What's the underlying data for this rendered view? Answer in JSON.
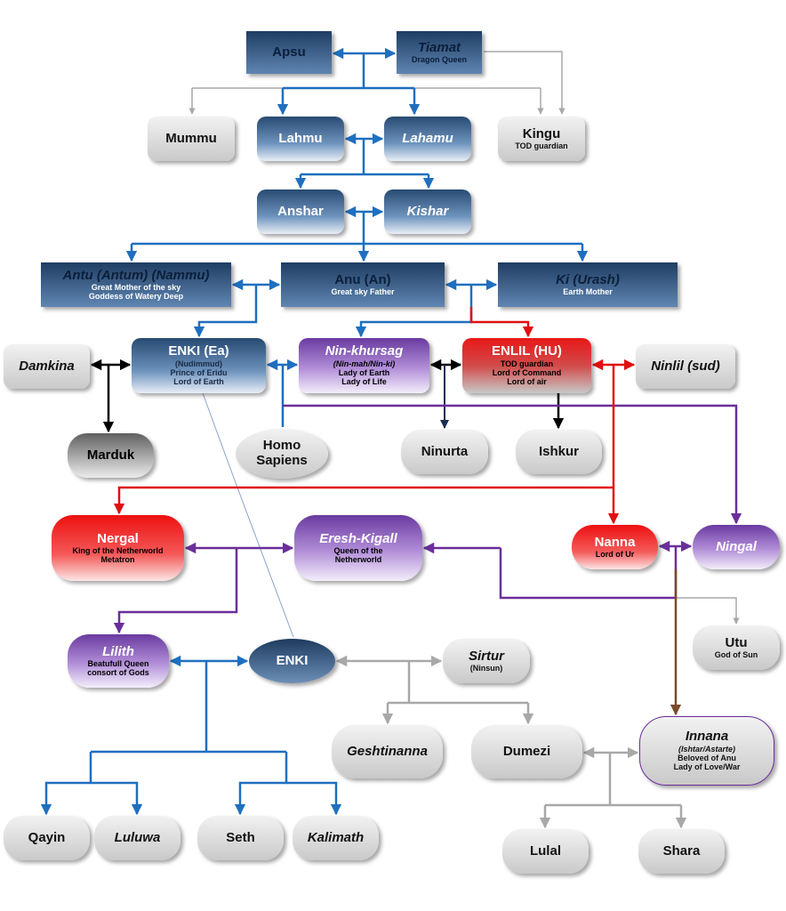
{
  "nodes": {
    "apsu": {
      "name": "Apsu"
    },
    "tiamat": {
      "name": "Tiamat",
      "sub": "Dragon Queen"
    },
    "mummu": {
      "name": "Mummu"
    },
    "lahmu": {
      "name": "Lahmu"
    },
    "lahamu": {
      "name": "Lahamu"
    },
    "kingu": {
      "name": "Kingu",
      "sub": "TOD guardian"
    },
    "anshar": {
      "name": "Anshar"
    },
    "kishar": {
      "name": "Kishar"
    },
    "antu": {
      "name": "Antu (Antum) (Nammu)",
      "sub1": "Great Mother of the sky",
      "sub2": "Goddess of Watery Deep"
    },
    "anu": {
      "name": "Anu (An)",
      "sub": "Great sky Father"
    },
    "ki": {
      "name": "Ki (Urash)",
      "sub": "Earth Mother"
    },
    "damkina": {
      "name": "Damkina"
    },
    "enki": {
      "name": "ENKI (Ea)",
      "sub1": "(Nudimmud)",
      "sub2": "Prince of Eridu",
      "sub3": "Lord of Earth"
    },
    "ninkhursag": {
      "name": "Nin-khursag",
      "sub1": "(Nin-mah/Nin-ki)",
      "sub2": "Lady of Earth",
      "sub3": "Lady of Life"
    },
    "enlil": {
      "name": "ENLIL (HU)",
      "sub1": "TOD guardian",
      "sub2": "Lord of Command",
      "sub3": "Lord of air"
    },
    "ninlil": {
      "name": "Ninlil (sud)"
    },
    "marduk": {
      "name": "Marduk"
    },
    "homo": {
      "line1": "Homo",
      "line2": "Sapiens"
    },
    "ninurta": {
      "name": "Ninurta"
    },
    "ishkur": {
      "name": "Ishkur"
    },
    "nergal": {
      "name": "Nergal",
      "sub1": "King of the Netherworld",
      "sub2": "Metatron"
    },
    "ereshkigall": {
      "name": "Eresh-Kigall",
      "sub1": "Queen of the",
      "sub2": "Netherworld"
    },
    "nanna": {
      "name": "Nanna",
      "sub": "Lord of Ur"
    },
    "ningal": {
      "name": "Ningal"
    },
    "utu": {
      "name": "Utu",
      "sub": "God of Sun"
    },
    "lilith": {
      "name": "Lilith",
      "sub1": "Beatufull Queen",
      "sub2": "consort of Gods"
    },
    "enki2": {
      "name": "ENKI"
    },
    "sirtur": {
      "name": "Sirtur",
      "sub": "(Ninsun)"
    },
    "geshtinanna": {
      "name": "Geshtinanna"
    },
    "dumezi": {
      "name": "Dumezi"
    },
    "innana": {
      "name": "Innana",
      "sub1": "(Ishtar/Astarte)",
      "sub2": "Beloved of Anu",
      "sub3": "Lady of Love/War"
    },
    "qayin": {
      "name": "Qayin"
    },
    "luluwa": {
      "name": "Luluwa"
    },
    "seth": {
      "name": "Seth"
    },
    "kalimath": {
      "name": "Kalimath"
    },
    "lulal": {
      "name": "Lulal"
    },
    "shara": {
      "name": "Shara"
    }
  },
  "colors": {
    "blue": "#1f6fbf",
    "grey": "#a8a8a8",
    "red": "#e01010",
    "purple": "#6a2f9a",
    "black": "#000000",
    "navy": "#1a2c55",
    "brown": "#7a4a2a",
    "light_blue": "#8aa4c8"
  }
}
